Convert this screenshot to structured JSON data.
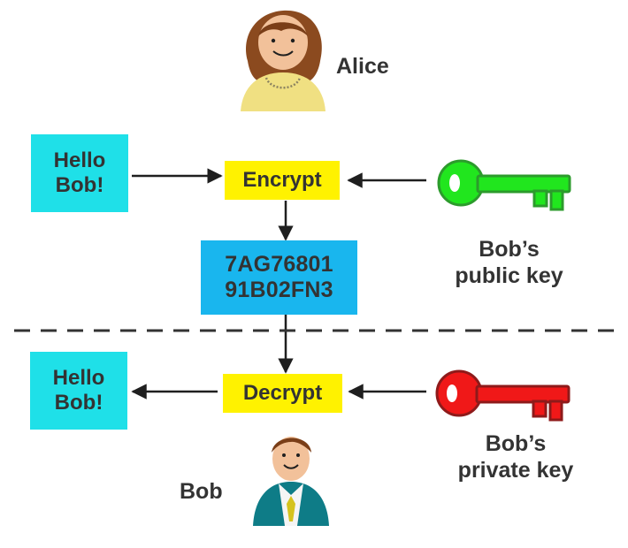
{
  "sender": {
    "name": "Alice"
  },
  "receiver": {
    "name": "Bob"
  },
  "top_message": {
    "line1": "Hello",
    "line2": "Bob!"
  },
  "encrypt_step": {
    "label": "Encrypt"
  },
  "ciphertext": {
    "line1": "7AG76801",
    "line2": "91B02FN3"
  },
  "bottom_message": {
    "line1": "Hello",
    "line2": "Bob!"
  },
  "decrypt_step": {
    "label": "Decrypt"
  },
  "public_key": {
    "line1": "Bob’s",
    "line2": "public key",
    "color": "#21e61e"
  },
  "private_key": {
    "line1": "Bob’s",
    "line2": "private key",
    "color": "#f01818"
  },
  "colors": {
    "message_box": "#1fe0e8",
    "process_box": "#fff200",
    "cipher_box": "#19b6ee",
    "arrow": "#1f1f1f",
    "divider": "#333333"
  }
}
